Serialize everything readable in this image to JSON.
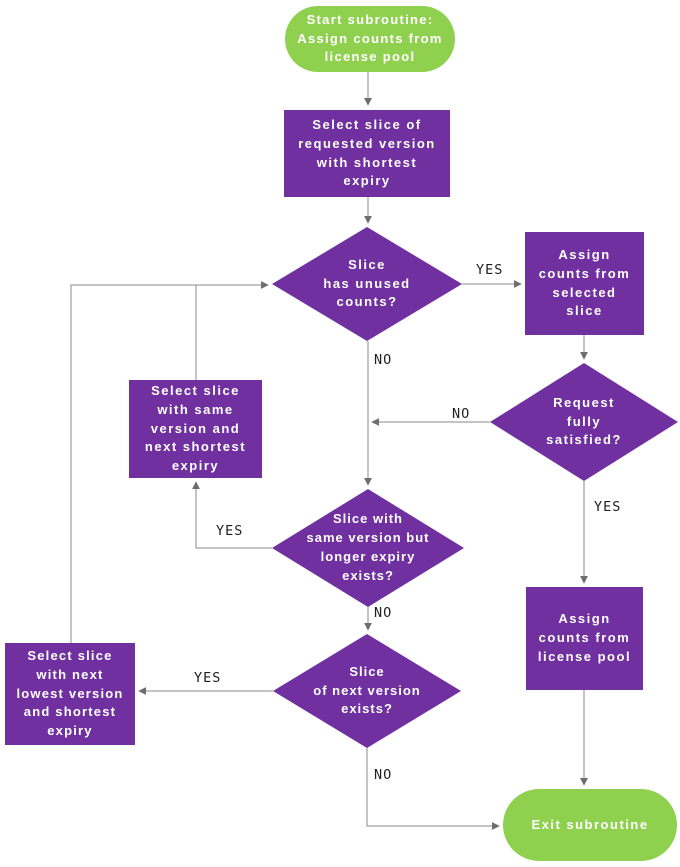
{
  "diagram": {
    "type": "flowchart",
    "nodes": [
      {
        "id": "start",
        "shape": "terminator",
        "label": "Start subroutine:\nAssign counts from\nlicense pool"
      },
      {
        "id": "select-shortest-expiry",
        "shape": "process",
        "label": "Select slice of\nrequested version\nwith shortest\nexpiry"
      },
      {
        "id": "slice-has-unused-counts",
        "shape": "decision",
        "label": "Slice\nhas unused\ncounts?"
      },
      {
        "id": "assign-counts-selected-slice",
        "shape": "process",
        "label": "Assign\ncounts from\nselected\nslice"
      },
      {
        "id": "request-fully-satisfied",
        "shape": "decision",
        "label": "Request\nfully\nsatisfied?"
      },
      {
        "id": "select-same-version-next-expiry",
        "shape": "process",
        "label": "Select slice\nwith same\nversion and\nnext shortest\nexpiry"
      },
      {
        "id": "longer-expiry-exists",
        "shape": "decision",
        "label": "Slice with\nsame version but\nlonger expiry\nexists?"
      },
      {
        "id": "next-version-exists",
        "shape": "decision",
        "label": "Slice\nof next version\nexists?"
      },
      {
        "id": "select-next-lowest-version",
        "shape": "process",
        "label": "Select slice\nwith next\nlowest version\nand shortest\nexpiry"
      },
      {
        "id": "assign-counts-license-pool",
        "shape": "process",
        "label": "Assign\ncounts from\nlicense pool"
      },
      {
        "id": "exit",
        "shape": "terminator",
        "label": "Exit subroutine"
      }
    ],
    "edges": [
      {
        "from": "start",
        "to": "select-shortest-expiry",
        "label": ""
      },
      {
        "from": "select-shortest-expiry",
        "to": "slice-has-unused-counts",
        "label": ""
      },
      {
        "from": "slice-has-unused-counts",
        "to": "assign-counts-selected-slice",
        "label": "YES"
      },
      {
        "from": "assign-counts-selected-slice",
        "to": "request-fully-satisfied",
        "label": ""
      },
      {
        "from": "slice-has-unused-counts",
        "to": "longer-expiry-exists",
        "label": "NO"
      },
      {
        "from": "request-fully-satisfied",
        "to": "longer-expiry-exists",
        "label": "NO"
      },
      {
        "from": "request-fully-satisfied",
        "to": "assign-counts-license-pool",
        "label": "YES"
      },
      {
        "from": "assign-counts-license-pool",
        "to": "exit",
        "label": ""
      },
      {
        "from": "longer-expiry-exists",
        "to": "select-same-version-next-expiry",
        "label": "YES"
      },
      {
        "from": "select-same-version-next-expiry",
        "to": "slice-has-unused-counts",
        "label": ""
      },
      {
        "from": "longer-expiry-exists",
        "to": "next-version-exists",
        "label": "NO"
      },
      {
        "from": "next-version-exists",
        "to": "select-next-lowest-version",
        "label": "YES"
      },
      {
        "from": "select-next-lowest-version",
        "to": "slice-has-unused-counts",
        "label": ""
      },
      {
        "from": "next-version-exists",
        "to": "exit",
        "label": "NO"
      }
    ],
    "colors": {
      "terminator_fill": "#8fd14f",
      "process_fill": "#7030a0",
      "decision_fill": "#7030a0",
      "connector": "#8a8a8a",
      "arrowhead": "#6e6e6e",
      "node_text": "#ffffff",
      "edge_label_text": "#1f1f1f",
      "background": "#ffffff"
    }
  }
}
